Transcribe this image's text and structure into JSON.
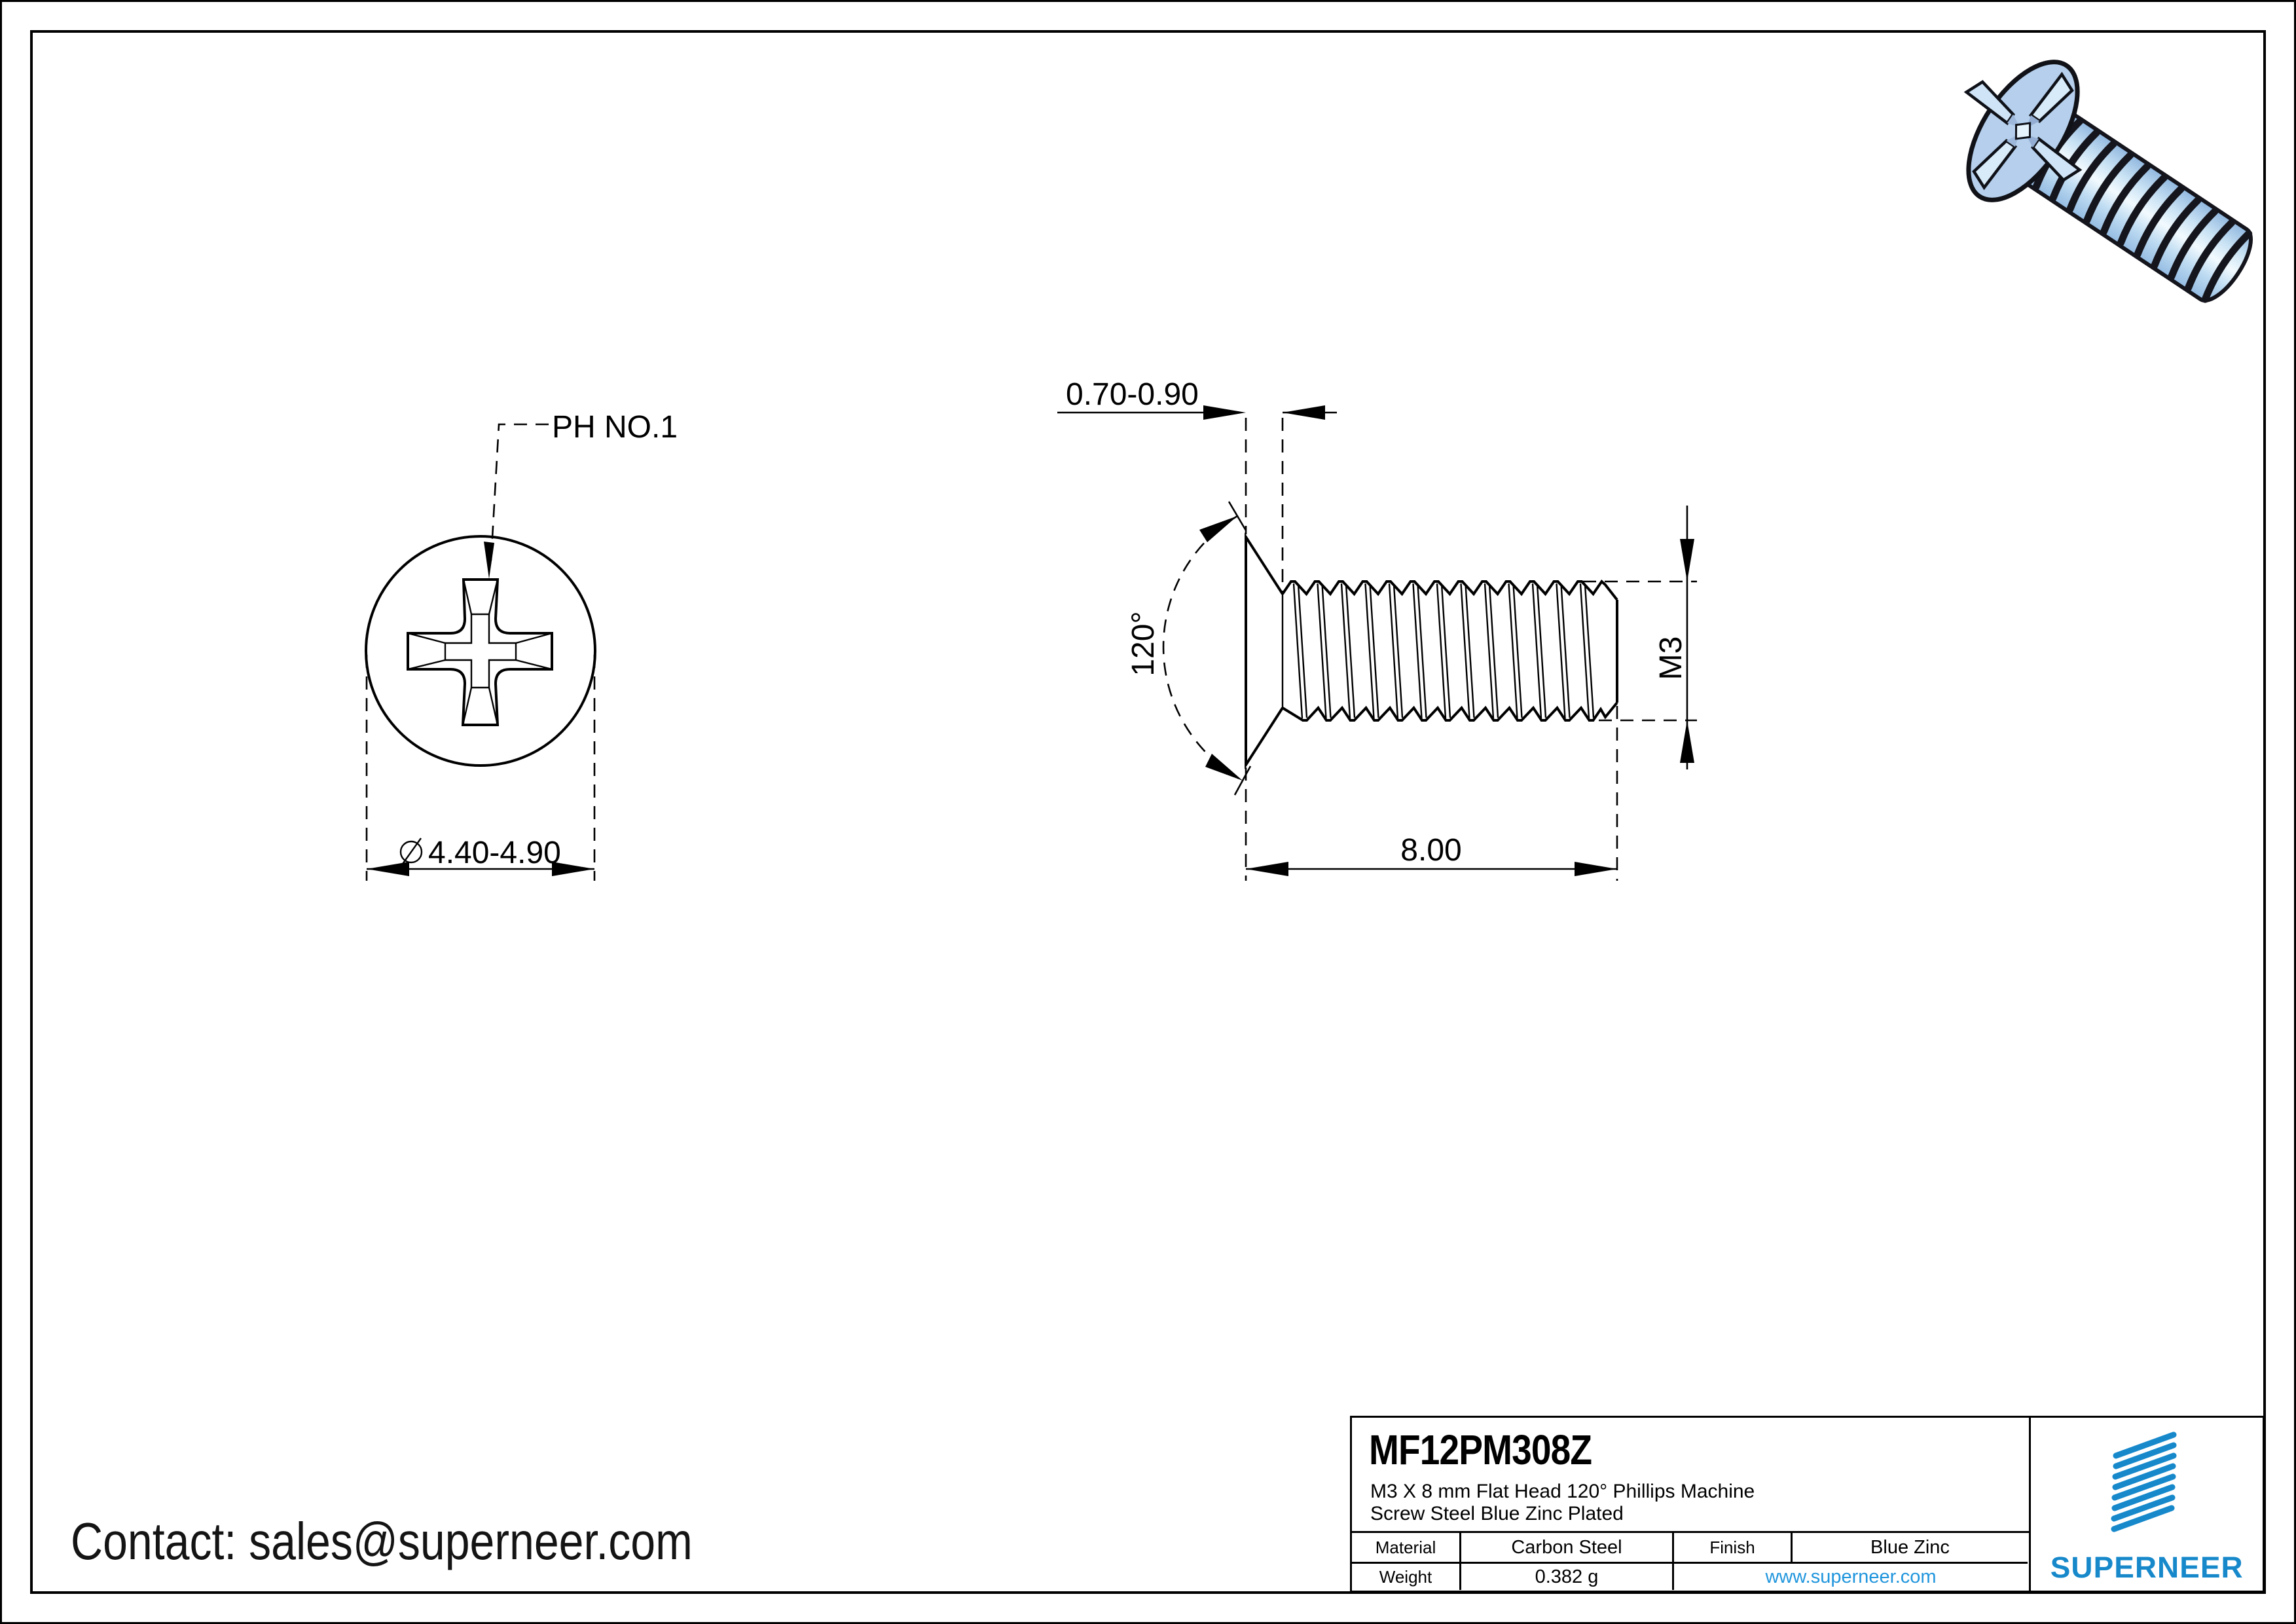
{
  "drawing": {
    "front_view": {
      "drive_label": "PH NO.1",
      "diameter_symbol": "⌀",
      "head_diameter": "4.40-4.90"
    },
    "side_view": {
      "head_thickness": "0.70-0.90",
      "countersink_angle": "120°",
      "thread_size": "M3",
      "length": "8.00"
    }
  },
  "title_block": {
    "part_number": "MF12PM308Z",
    "description_line1": "M3 X 8 mm  Flat Head 120° Phillips Machine",
    "description_line2": "Screw Steel Blue Zinc Plated",
    "material_label": "Material",
    "material_value": "Carbon Steel",
    "finish_label": "Finish",
    "finish_value": "Blue Zinc",
    "weight_label": "Weight",
    "weight_value": "0.382 g",
    "website": "www.superneer.com",
    "brand": "SUPERNEER"
  },
  "footer": {
    "contact": "Contact: sales@superneer.com"
  },
  "colors": {
    "accent_blue": "#1789cb",
    "link_blue": "#2196dd",
    "screw_head_fill": "#b5cfec",
    "screw_highlight": "#eef8fe",
    "line_color": "#000000"
  }
}
